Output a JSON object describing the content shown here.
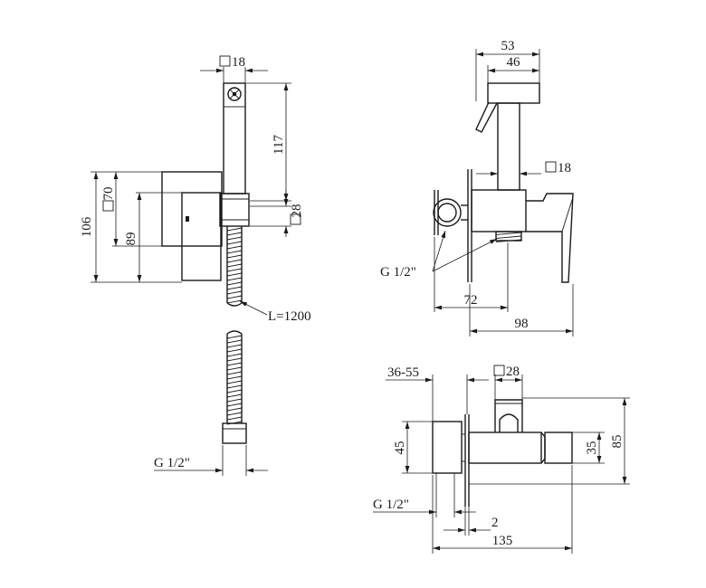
{
  "views": {
    "hose_view": {
      "square_18": "18",
      "height_117": "117",
      "square_28": "28",
      "height_106": "106",
      "square_70": "70",
      "height_89": "89",
      "hose_length": "L=1200",
      "thread": "G 1/2\""
    },
    "side_view": {
      "width_53": "53",
      "width_46": "46",
      "square_18": "18",
      "thread": "G 1/2\"",
      "width_72": "72",
      "width_98": "98"
    },
    "bottom_view": {
      "range_36_55": "36-55",
      "square_28": "28",
      "height_45": "45",
      "height_35": "35",
      "height_85": "85",
      "thread": "G 1/2\"",
      "gap_2": "2",
      "width_135": "135"
    }
  }
}
